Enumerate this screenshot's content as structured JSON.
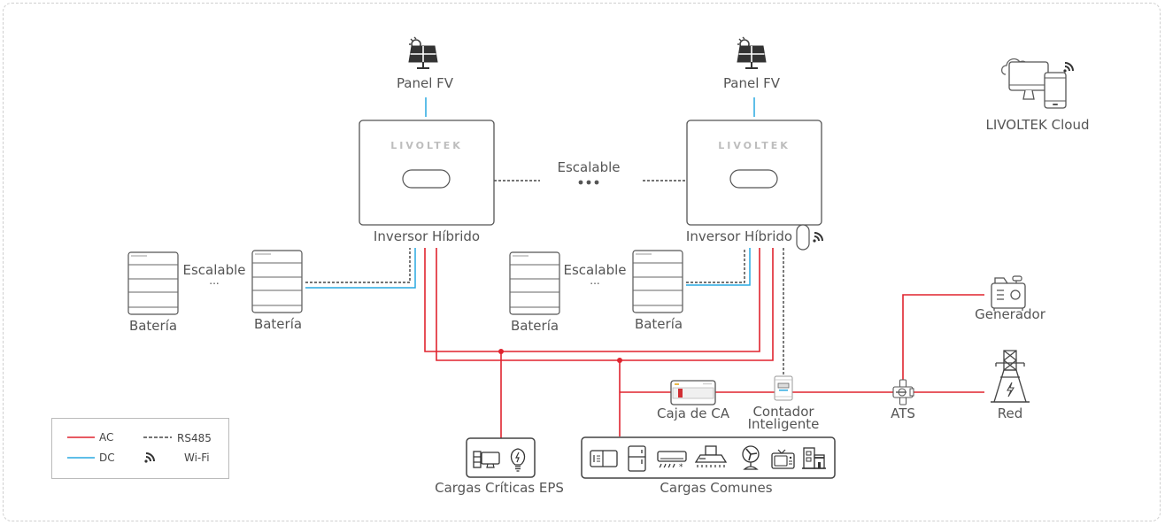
{
  "colors": {
    "ac": "#e0242f",
    "dc": "#29a8e0",
    "rs485": "#222222",
    "outline": "#555555",
    "text": "#555555",
    "frame": "#cfcfcf"
  },
  "brand": "LIVOLTEK",
  "cloud": {
    "label": "LIVOLTEK Cloud",
    "icon": "cloud-devices-icon"
  },
  "pv_panels": [
    {
      "label": "Panel FV",
      "icon": "solar-panel-icon"
    },
    {
      "label": "Panel FV",
      "icon": "solar-panel-icon"
    }
  ],
  "inverters": [
    {
      "label": "Inversor Híbrido",
      "brand": "LIVOLTEK"
    },
    {
      "label": "Inversor Híbrido",
      "brand": "LIVOLTEK",
      "wifi_dongle": true
    }
  ],
  "inverter_scalable": {
    "label": "Escalable",
    "ellipsis": "•••"
  },
  "battery_groups": [
    {
      "left_label": "Batería",
      "right_label": "Batería",
      "scalable_label": "Escalable",
      "ellipsis": "..."
    },
    {
      "left_label": "Batería",
      "right_label": "Batería",
      "scalable_label": "Escalable",
      "ellipsis": "..."
    }
  ],
  "ac_box": {
    "label": "Caja de CA"
  },
  "smart_meter": {
    "label_line1": "Contador",
    "label_line2": "Inteligente"
  },
  "ats": {
    "label": "ATS"
  },
  "generator": {
    "label": "Generador"
  },
  "grid": {
    "label": "Red"
  },
  "critical_loads": {
    "label": "Cargas Críticas EPS",
    "icons": [
      "pc-icon",
      "light-bulb-icon"
    ]
  },
  "common_loads": {
    "label": "Cargas Comunes",
    "icons": [
      "microwave-icon",
      "refrigerator-icon",
      "air-conditioner-icon",
      "range-hood-icon",
      "fan-icon",
      "tv-icon",
      "building-icon"
    ]
  },
  "legend": {
    "items": [
      {
        "label": "AC",
        "type": "line",
        "color_key": "ac"
      },
      {
        "label": "DC",
        "type": "line",
        "color_key": "dc"
      },
      {
        "label": "RS485",
        "type": "dashed"
      },
      {
        "label": "Wi-Fi",
        "type": "wifi"
      }
    ]
  }
}
